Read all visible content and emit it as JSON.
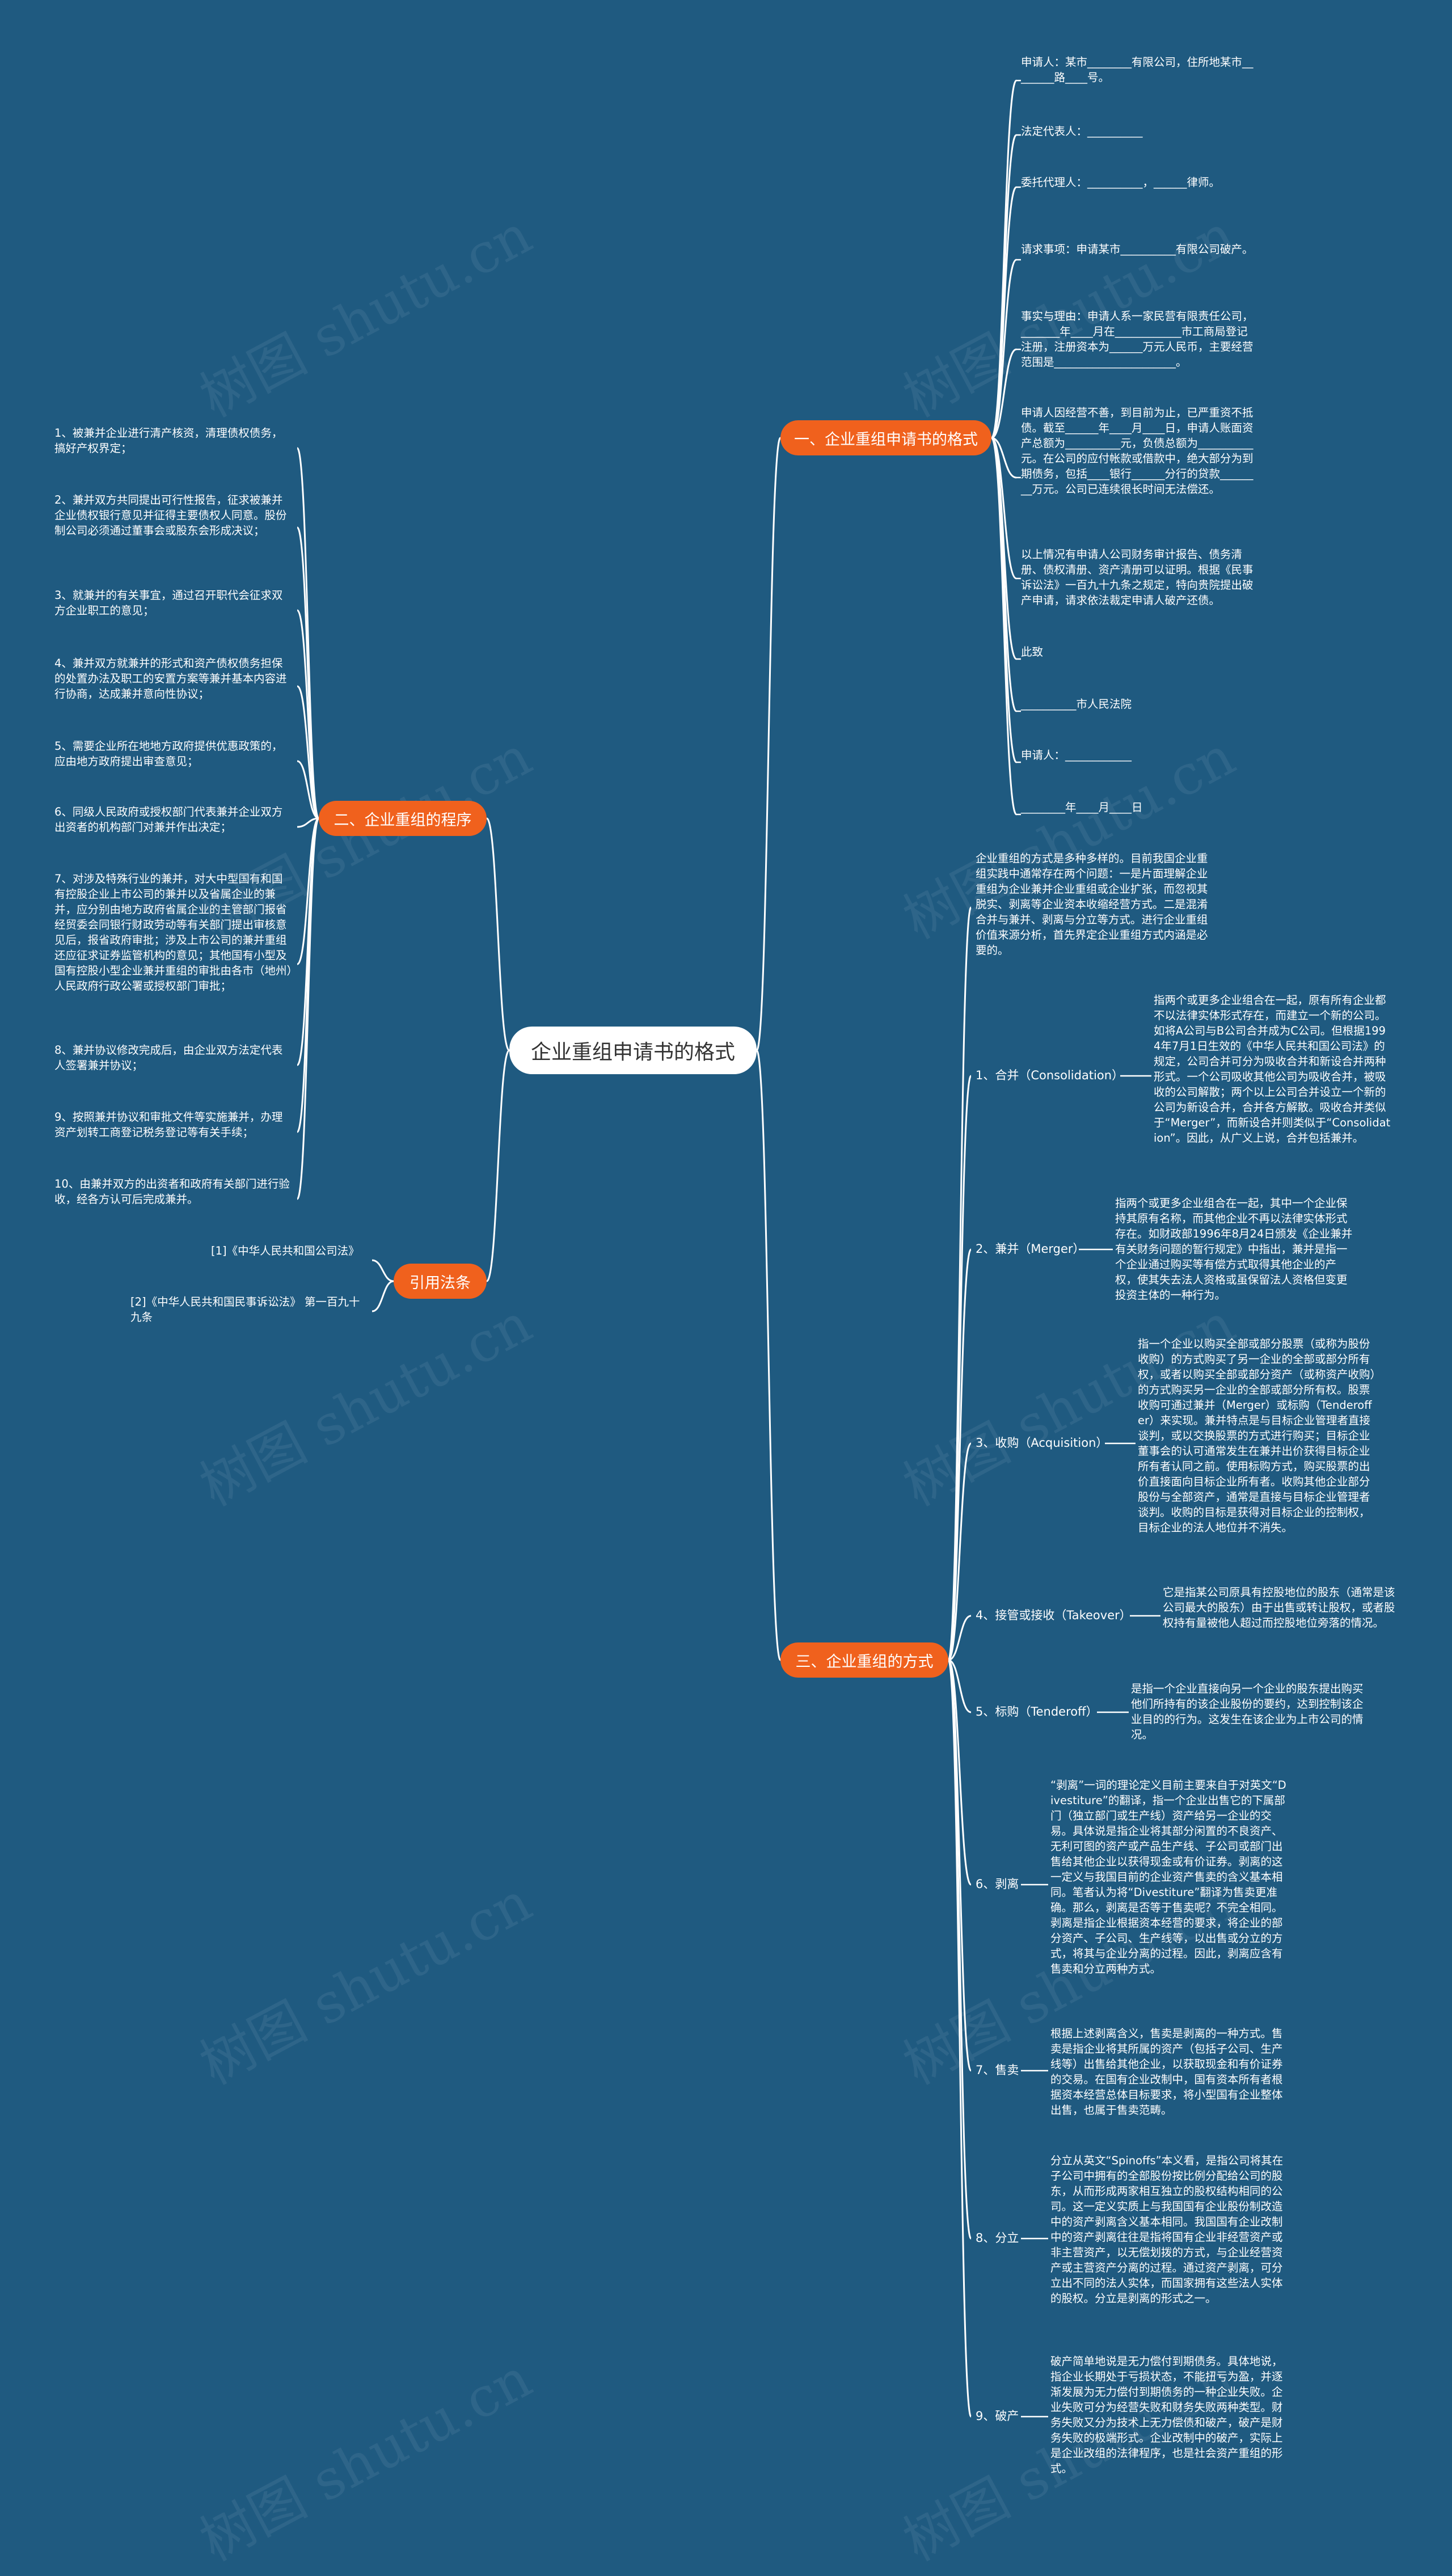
{
  "root": "企业重组申请书的格式",
  "watermark": "树图 shutu.cn",
  "branches": {
    "b1": "一、企业重组申请书的格式",
    "b2": "二、企业重组的程序",
    "b3": "三、企业重组的方式",
    "b4": "引用法条"
  },
  "b1_items": [
    "申请人：某市________有限公司，住所地某市________路____号。",
    "法定代表人：__________",
    "委托代理人：__________，______律师。",
    "请求事项：申请某市__________有限公司破产。",
    "事实与理由：申请人系一家民营有限责任公司，_______年____月在____________市工商局登记注册，注册资本为______万元人民币，主要经营范围是______________________。",
    "申请人因经营不善，到目前为止，已严重资不抵债。截至______年____月____日，申请人账面资产总额为__________元，负债总额为__________元。在公司的应付帐款或借款中，绝大部分为到期债务，包括____银行______分行的贷款________万元。公司已连续很长时间无法偿还。",
    "以上情况有申请人公司财务审计报告、债务清册、债权清册、资产清册可以证明。根据《民事诉讼法》一百九十九条之规定，特向贵院提出破产申请，请求依法裁定申请人破产还债。",
    "此致",
    "__________市人民法院",
    "申请人：____________",
    "________年____月____日"
  ],
  "b2_items": [
    "1、被兼并企业进行清产核资，清理债权债务，搞好产权界定；",
    "2、兼并双方共同提出可行性报告，征求被兼并企业债权银行意见并征得主要债权人同意。股份制公司必须通过董事会或股东会形成决议；",
    "3、就兼并的有关事宜，通过召开职代会征求双方企业职工的意见；",
    "4、兼并双方就兼并的形式和资产债权债务担保的处置办法及职工的安置方案等兼并基本内容进行协商，达成兼并意向性协议；",
    "5、需要企业所在地地方政府提供优惠政策的，应由地方政府提出审查意见；",
    "6、同级人民政府或授权部门代表兼并企业双方出资者的机构部门对兼并作出决定；",
    "7、对涉及特殊行业的兼并，对大中型国有和国有控股企业上市公司的兼并以及省属企业的兼并，应分别由地方政府省属企业的主管部门报省经贸委会同银行财政劳动等有关部门提出审核意见后，报省政府审批；涉及上市公司的兼并重组还应征求证券监管机构的意见；其他国有小型及国有控股小型企业兼并重组的审批由各市（地州）人民政府行政公署或授权部门审批；",
    "8、兼并协议修改完成后，由企业双方法定代表人签署兼并协议；",
    "9、按照兼并协议和审批文件等实施兼并，办理资产划转工商登记税务登记等有关手续；",
    "10、由兼并双方的出资者和政府有关部门进行验收，经各方认可后完成兼并。"
  ],
  "b3_intro": "企业重组的方式是多种多样的。目前我国企业重组实践中通常存在两个问题：一是片面理解企业重组为企业兼并企业重组或企业扩张，而忽视其脱实、剥离等企业资本收缩经营方式。二是混淆合并与兼并、剥离与分立等方式。进行企业重组价值来源分析，首先界定企业重组方式内涵是必要的。",
  "b3_items": [
    {
      "label": "1、合并（Consolidation）",
      "text": "指两个或更多企业组合在一起，原有所有企业都不以法律实体形式存在，而建立一个新的公司。如将A公司与B公司合并成为C公司。但根据1994年7月1日生效的《中华人民共和国公司法》的规定，公司合并可分为吸收合并和新设合并两种形式。一个公司吸收其他公司为吸收合并，被吸收的公司解散；两个以上公司合并设立一个新的公司为新设合并，合并各方解散。吸收合并类似于“Merger”，而新设合并则类似于“Consolidation”。因此，从广义上说，合并包括兼并。"
    },
    {
      "label": "2、兼并（Merger）",
      "text": "指两个或更多企业组合在一起，其中一个企业保持其原有名称，而其他企业不再以法律实体形式存在。如财政部1996年8月24日颁发《企业兼并有关财务问题的暂行规定》中指出，兼并是指一个企业通过购买等有偿方式取得其他企业的产权，使其失去法人资格或虽保留法人资格但变更投资主体的一种行为。"
    },
    {
      "label": "3、收购（Acquisition）",
      "text": "指一个企业以购买全部或部分股票（或称为股份收购）的方式购买了另一企业的全部或部分所有权，或者以购买全部或部分资产（或称资产收购）的方式购买另一企业的全部或部分所有权。股票收购可通过兼并（Merger）或标购（Tenderoffer）来实现。兼并特点是与目标企业管理者直接谈判，或以交换股票的方式进行购买；目标企业董事会的认可通常发生在兼并出价获得目标企业所有者认同之前。使用标购方式，购买股票的出价直接面向目标企业所有者。收购其他企业部分股份与全部资产，通常是直接与目标企业管理者谈判。收购的目标是获得对目标企业的控制权，目标企业的法人地位并不消失。"
    },
    {
      "label": "4、接管或接收（Takeover）",
      "text": "它是指某公司原具有控股地位的股东（通常是该公司最大的股东）由于出售或转让股权，或者股权持有量被他人超过而控股地位旁落的情况。"
    },
    {
      "label": "5、标购（Tenderoff）",
      "text": "是指一个企业直接向另一个企业的股东提出购买他们所持有的该企业股份的要约，达到控制该企业目的的行为。这发生在该企业为上市公司的情况。"
    },
    {
      "label": "6、剥离",
      "text": "“剥离”一词的理论定义目前主要来自于对英文“Divestiture”的翻译，指一个企业出售它的下属部门（独立部门或生产线）资产给另一企业的交易。具体说是指企业将其部分闲置的不良资产、无利可图的资产或产品生产线、子公司或部门出售给其他企业以获得现金或有价证券。剥离的这一定义与我国目前的企业资产售卖的含义基本相同。笔者认为将“Divestiture”翻译为售卖更准确。那么，剥离是否等于售卖呢？不完全相同。剥离是指企业根据资本经营的要求，将企业的部分资产、子公司、生产线等，以出售或分立的方式，将其与企业分离的过程。因此，剥离应含有售卖和分立两种方式。"
    },
    {
      "label": "7、售卖",
      "text": "根据上述剥离含义，售卖是剥离的一种方式。售卖是指企业将其所属的资产（包括子公司、生产线等）出售给其他企业，以获取现金和有价证券的交易。在国有企业改制中，国有资本所有者根据资本经营总体目标要求，将小型国有企业整体出售，也属于售卖范畴。"
    },
    {
      "label": "8、分立",
      "text": "分立从英文“Spinoffs”本义看，是指公司将其在子公司中拥有的全部股份按比例分配给公司的股东，从而形成两家相互独立的股权结构相同的公司。这一定义实质上与我国国有企业股份制改造中的资产剥离含义基本相同。我国国有企业改制中的资产剥离往往是指将国有企业非经营资产或非主营资产，以无偿划拨的方式，与企业经营资产或主营资产分离的过程。通过资产剥离，可分立出不同的法人实体，而国家拥有这些法人实体的股权。分立是剥离的形式之一。"
    },
    {
      "label": "9、破产",
      "text": "破产简单地说是无力偿付到期债务。具体地说，指企业长期处于亏损状态，不能扭亏为盈，并逐渐发展为无力偿付到期债务的一种企业失败。企业失败可分为经营失败和财务失败两种类型。财务失败又分为技术上无力偿债和破产，破产是财务失败的极端形式。企业改制中的破产，实际上是企业改组的法律程序，也是社会资产重组的形式。"
    }
  ],
  "b4_items": [
    "[1]《中华人民共和国公司法》",
    "[2]《中华人民共和国民事诉讼法》 第一百九十九条"
  ]
}
